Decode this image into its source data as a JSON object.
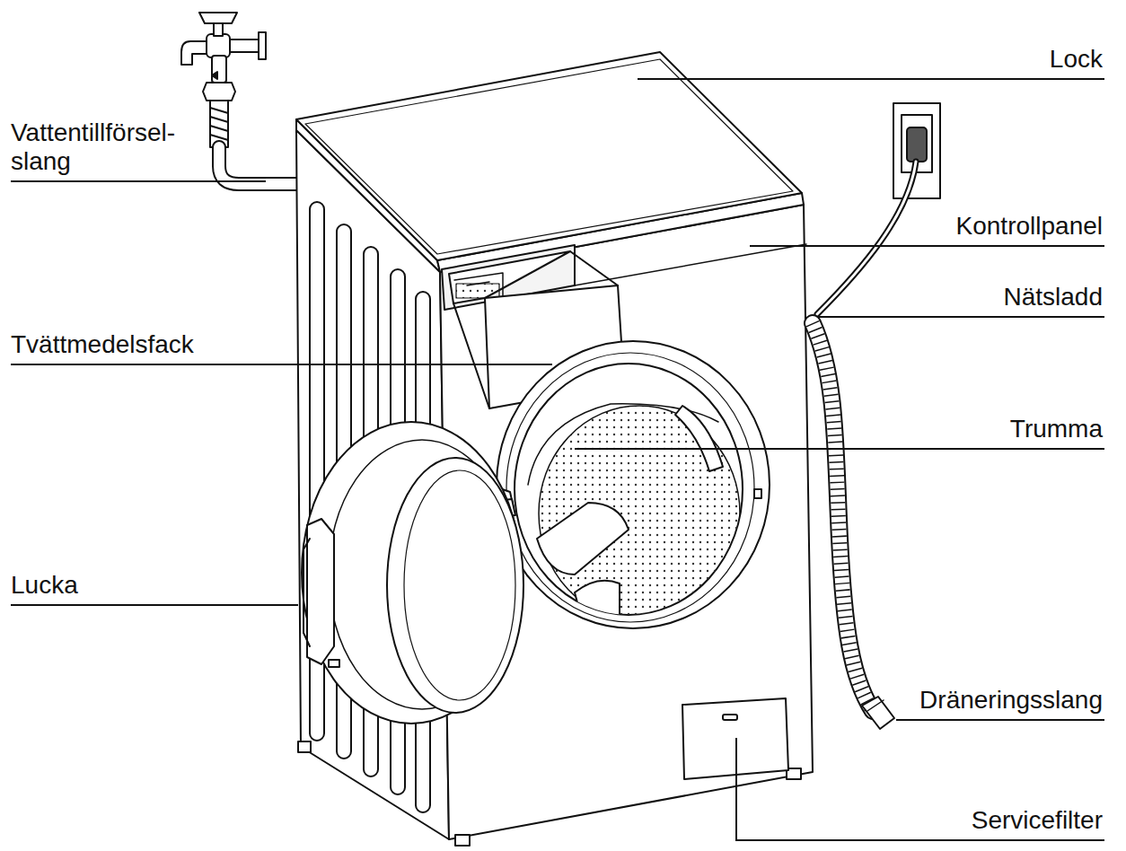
{
  "diagram": {
    "labels": [
      "Lock",
      "Vattentillförsel- slang",
      "Kontrollpanel",
      "Nätsladd",
      "Tvättmedelsfack",
      "Trumma",
      "Lucka",
      "Dräneringsslang",
      "Servicefilter"
    ]
  }
}
